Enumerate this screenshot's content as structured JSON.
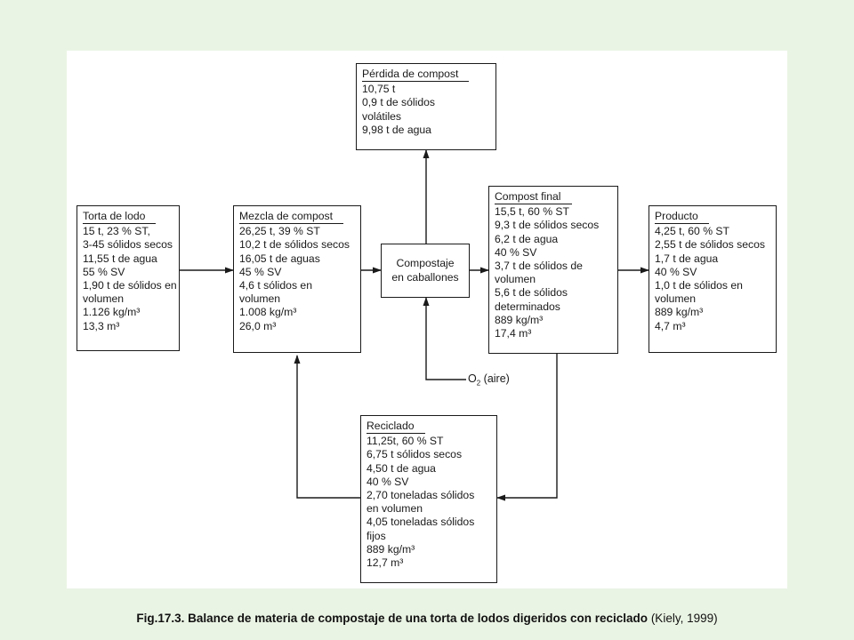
{
  "boxes": {
    "torta": {
      "title": "Torta de lodo",
      "lines": [
        "15 t, 23 % ST,",
        "3-45  sólidos secos",
        "11,55 t de agua",
        "55 % SV",
        "1,90 t de sólidos en",
        "volumen",
        "1.126 kg/m³",
        "13,3 m³"
      ]
    },
    "mezcla": {
      "title": "Mezcla de compost",
      "lines": [
        "26,25 t, 39 % ST",
        "10,2 t de sólidos secos",
        "16,05 t de aguas",
        "45 % SV",
        "4,6 t sólidos en",
        "volumen",
        "1.008 kg/m³",
        "26,0 m³"
      ]
    },
    "compostaje": {
      "lines": [
        "Compostaje",
        "en caballones"
      ]
    },
    "perdida": {
      "title": "Pérdida de compost",
      "lines": [
        "10,75 t",
        "0,9 t de sólidos",
        "volátiles",
        "9,98 t de agua"
      ]
    },
    "final": {
      "title": "Compost final",
      "lines": [
        "15,5 t, 60 % ST",
        "9,3 t de sólidos secos",
        "6,2 t de agua",
        "40 % SV",
        "3,7 t de sólidos de",
        "volumen",
        "5,6 t de sólidos",
        "determinados",
        "889 kg/m³",
        "17,4 m³"
      ]
    },
    "producto": {
      "title": "Producto",
      "lines": [
        "4,25 t, 60 % ST",
        "2,55 t de sólidos secos",
        "1,7 t de agua",
        "40 % SV",
        "1,0 t de sólidos en",
        "volumen",
        "889 kg/m³",
        "4,7 m³"
      ]
    },
    "reciclado": {
      "title": "Reciclado",
      "lines": [
        "11,25t, 60 % ST",
        "6,75 t sólidos secos",
        "4,50 t de agua",
        "40 % SV",
        "2,70 toneladas sólidos",
        "en volumen",
        "4,05 toneladas sólidos",
        "fijos",
        "889 kg/m³",
        "12,7 m³"
      ]
    }
  },
  "o2_label": {
    "prefix": "O",
    "sub": "2",
    "suffix": " (aire)"
  },
  "caption": {
    "bold": "Fig.17.3. Balance de materia de compostaje de una torta de lodos digeridos con reciclado",
    "normal": " (Kiely, 1999)"
  }
}
